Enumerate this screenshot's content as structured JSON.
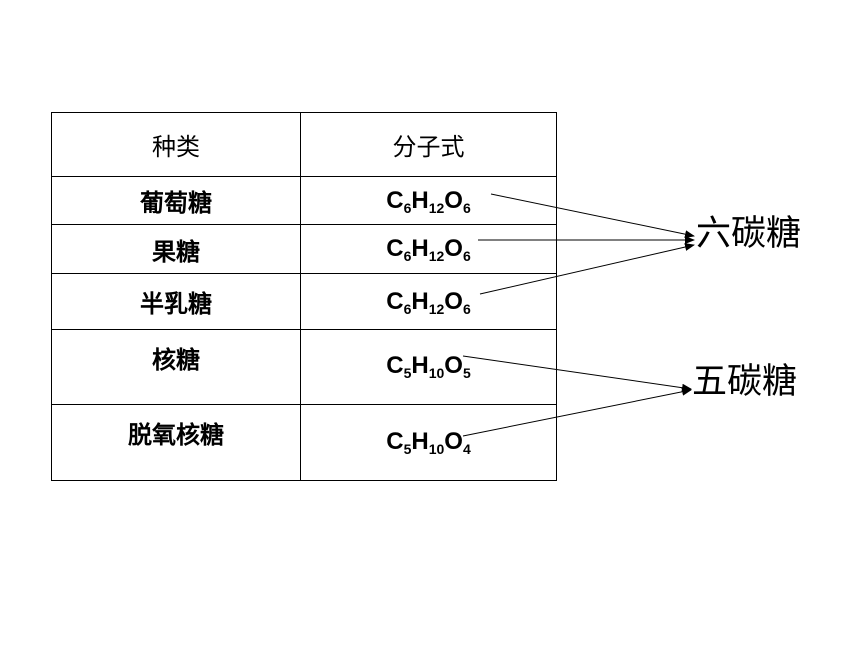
{
  "table": {
    "headers": {
      "name": "种类",
      "formula": "分子式"
    },
    "rows": [
      {
        "name": "葡萄糖",
        "formula": {
          "C": "6",
          "H": "12",
          "O": "6"
        }
      },
      {
        "name": "果糖",
        "formula": {
          "C": "6",
          "H": "12",
          "O": "6"
        }
      },
      {
        "name": "半乳糖",
        "formula": {
          "C": "6",
          "H": "12",
          "O": "6"
        }
      },
      {
        "name": "核糖",
        "formula": {
          "C": "5",
          "H": "10",
          "O": "5"
        }
      },
      {
        "name": "脱氧核糖",
        "formula": {
          "C": "5",
          "H": "10",
          "O": "4"
        }
      }
    ]
  },
  "categories": {
    "hexose": "六碳糖",
    "pentose": "五碳糖"
  },
  "arrows": [
    {
      "from_row": 0,
      "to": "hexose"
    },
    {
      "from_row": 1,
      "to": "hexose"
    },
    {
      "from_row": 2,
      "to": "hexose"
    },
    {
      "from_row": 3,
      "to": "pentose"
    },
    {
      "from_row": 4,
      "to": "pentose"
    }
  ]
}
